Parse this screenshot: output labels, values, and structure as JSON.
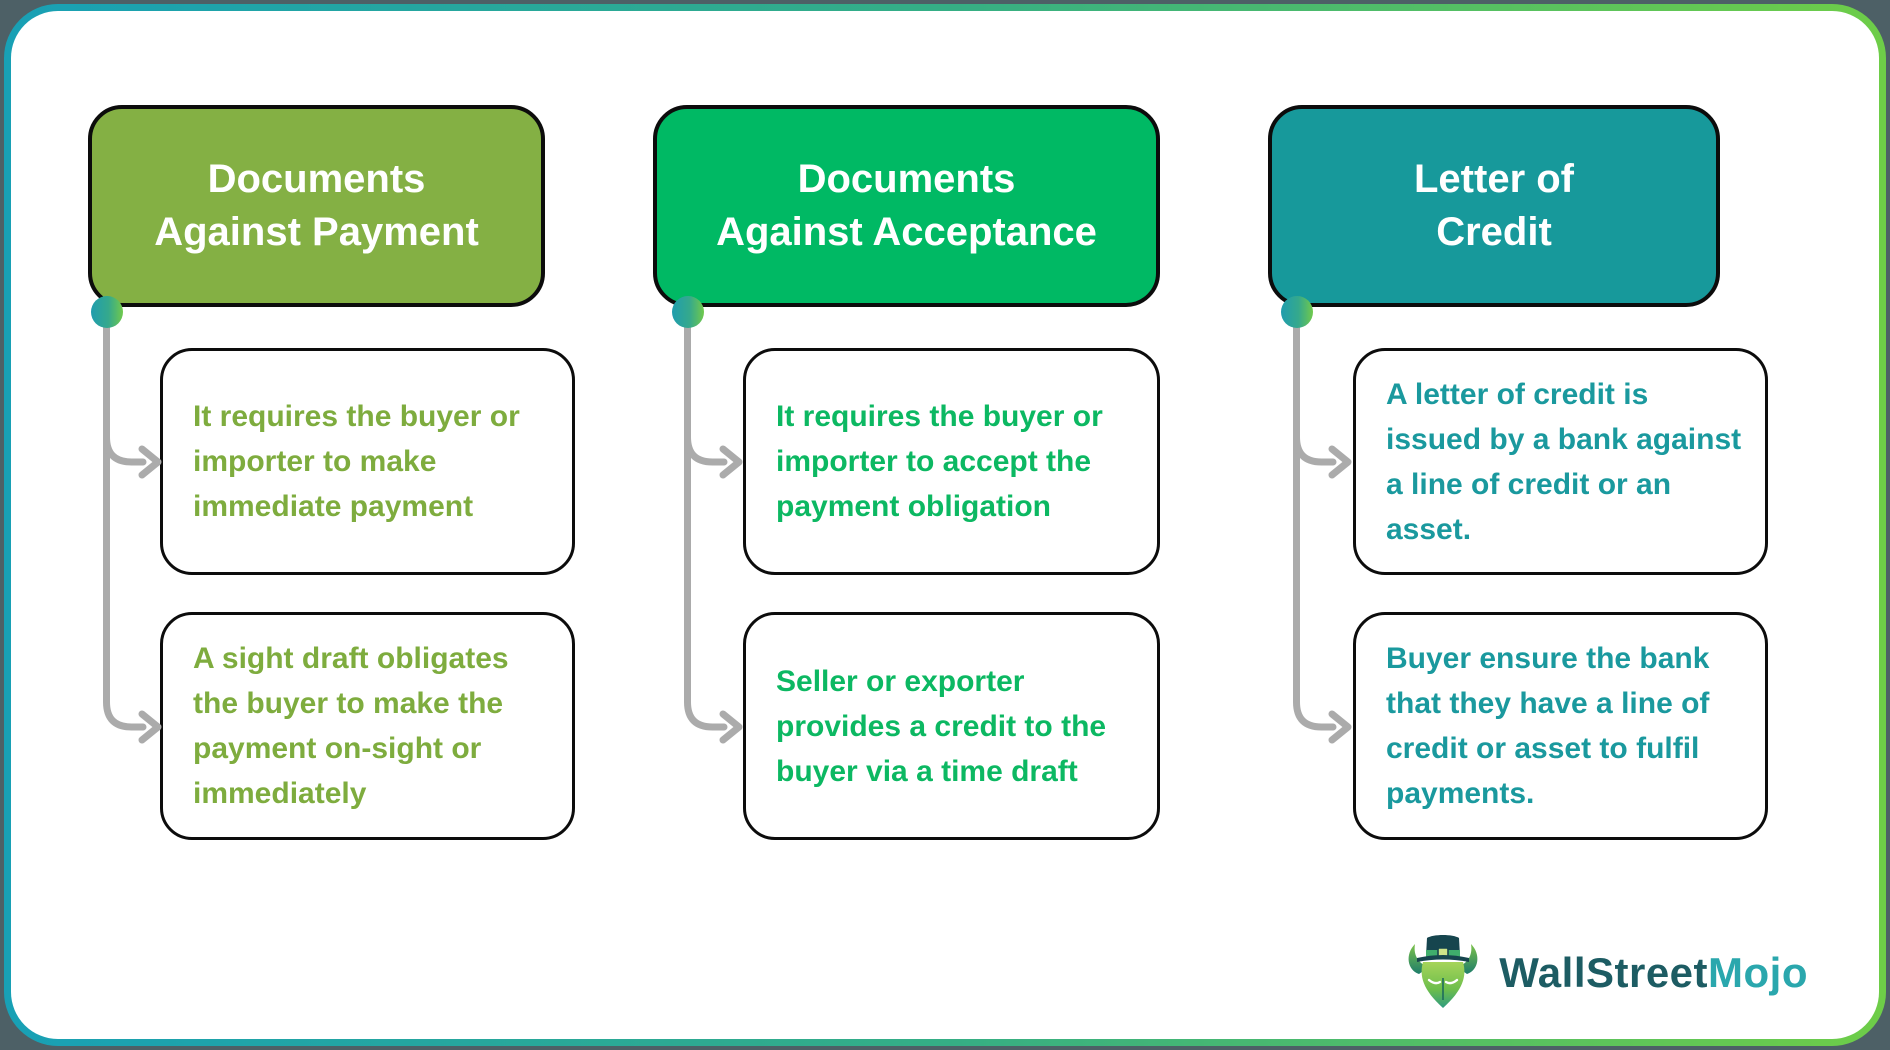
{
  "page": {
    "outside_background": "#4D6066",
    "frame_gradient": [
      "#18A0B5",
      "#6ECD48"
    ],
    "inner_background": "#FFFFFF"
  },
  "connector": {
    "line_color": "#ABABAB",
    "dot_gradient": [
      "#1F9DAE",
      "#70C94C"
    ]
  },
  "columns": [
    {
      "header_line1": "Documents",
      "header_line2": "Against Payment",
      "header_color": "#84B044",
      "text_color": "#7EAC3E",
      "boxes": [
        "It requires the buyer or importer to make immediate payment",
        "A sight draft obligates the buyer to make the payment on-sight or immediately"
      ]
    },
    {
      "header_line1": "Documents",
      "header_line2": "Against Acceptance",
      "header_color": "#00B964",
      "text_color": "#0CB862",
      "boxes": [
        "It requires the buyer or importer to accept the payment obligation",
        "Seller or exporter provides a credit to the buyer via a time draft"
      ]
    },
    {
      "header_line1": "Letter of",
      "header_line2": "Credit",
      "header_color": "#17999B",
      "text_color": "#1A999E",
      "boxes": [
        "A letter of credit is issued by a bank against a line of credit or an asset.",
        "Buyer ensure the bank that they have a line of credit or asset to fulfil payments."
      ]
    }
  ],
  "logo": {
    "brand_primary": "WallStreet",
    "brand_secondary": "Mojo",
    "primary_color": "#1D5C63",
    "secondary_color": "#2AA7AD",
    "icon": "bull-with-top-hat"
  }
}
